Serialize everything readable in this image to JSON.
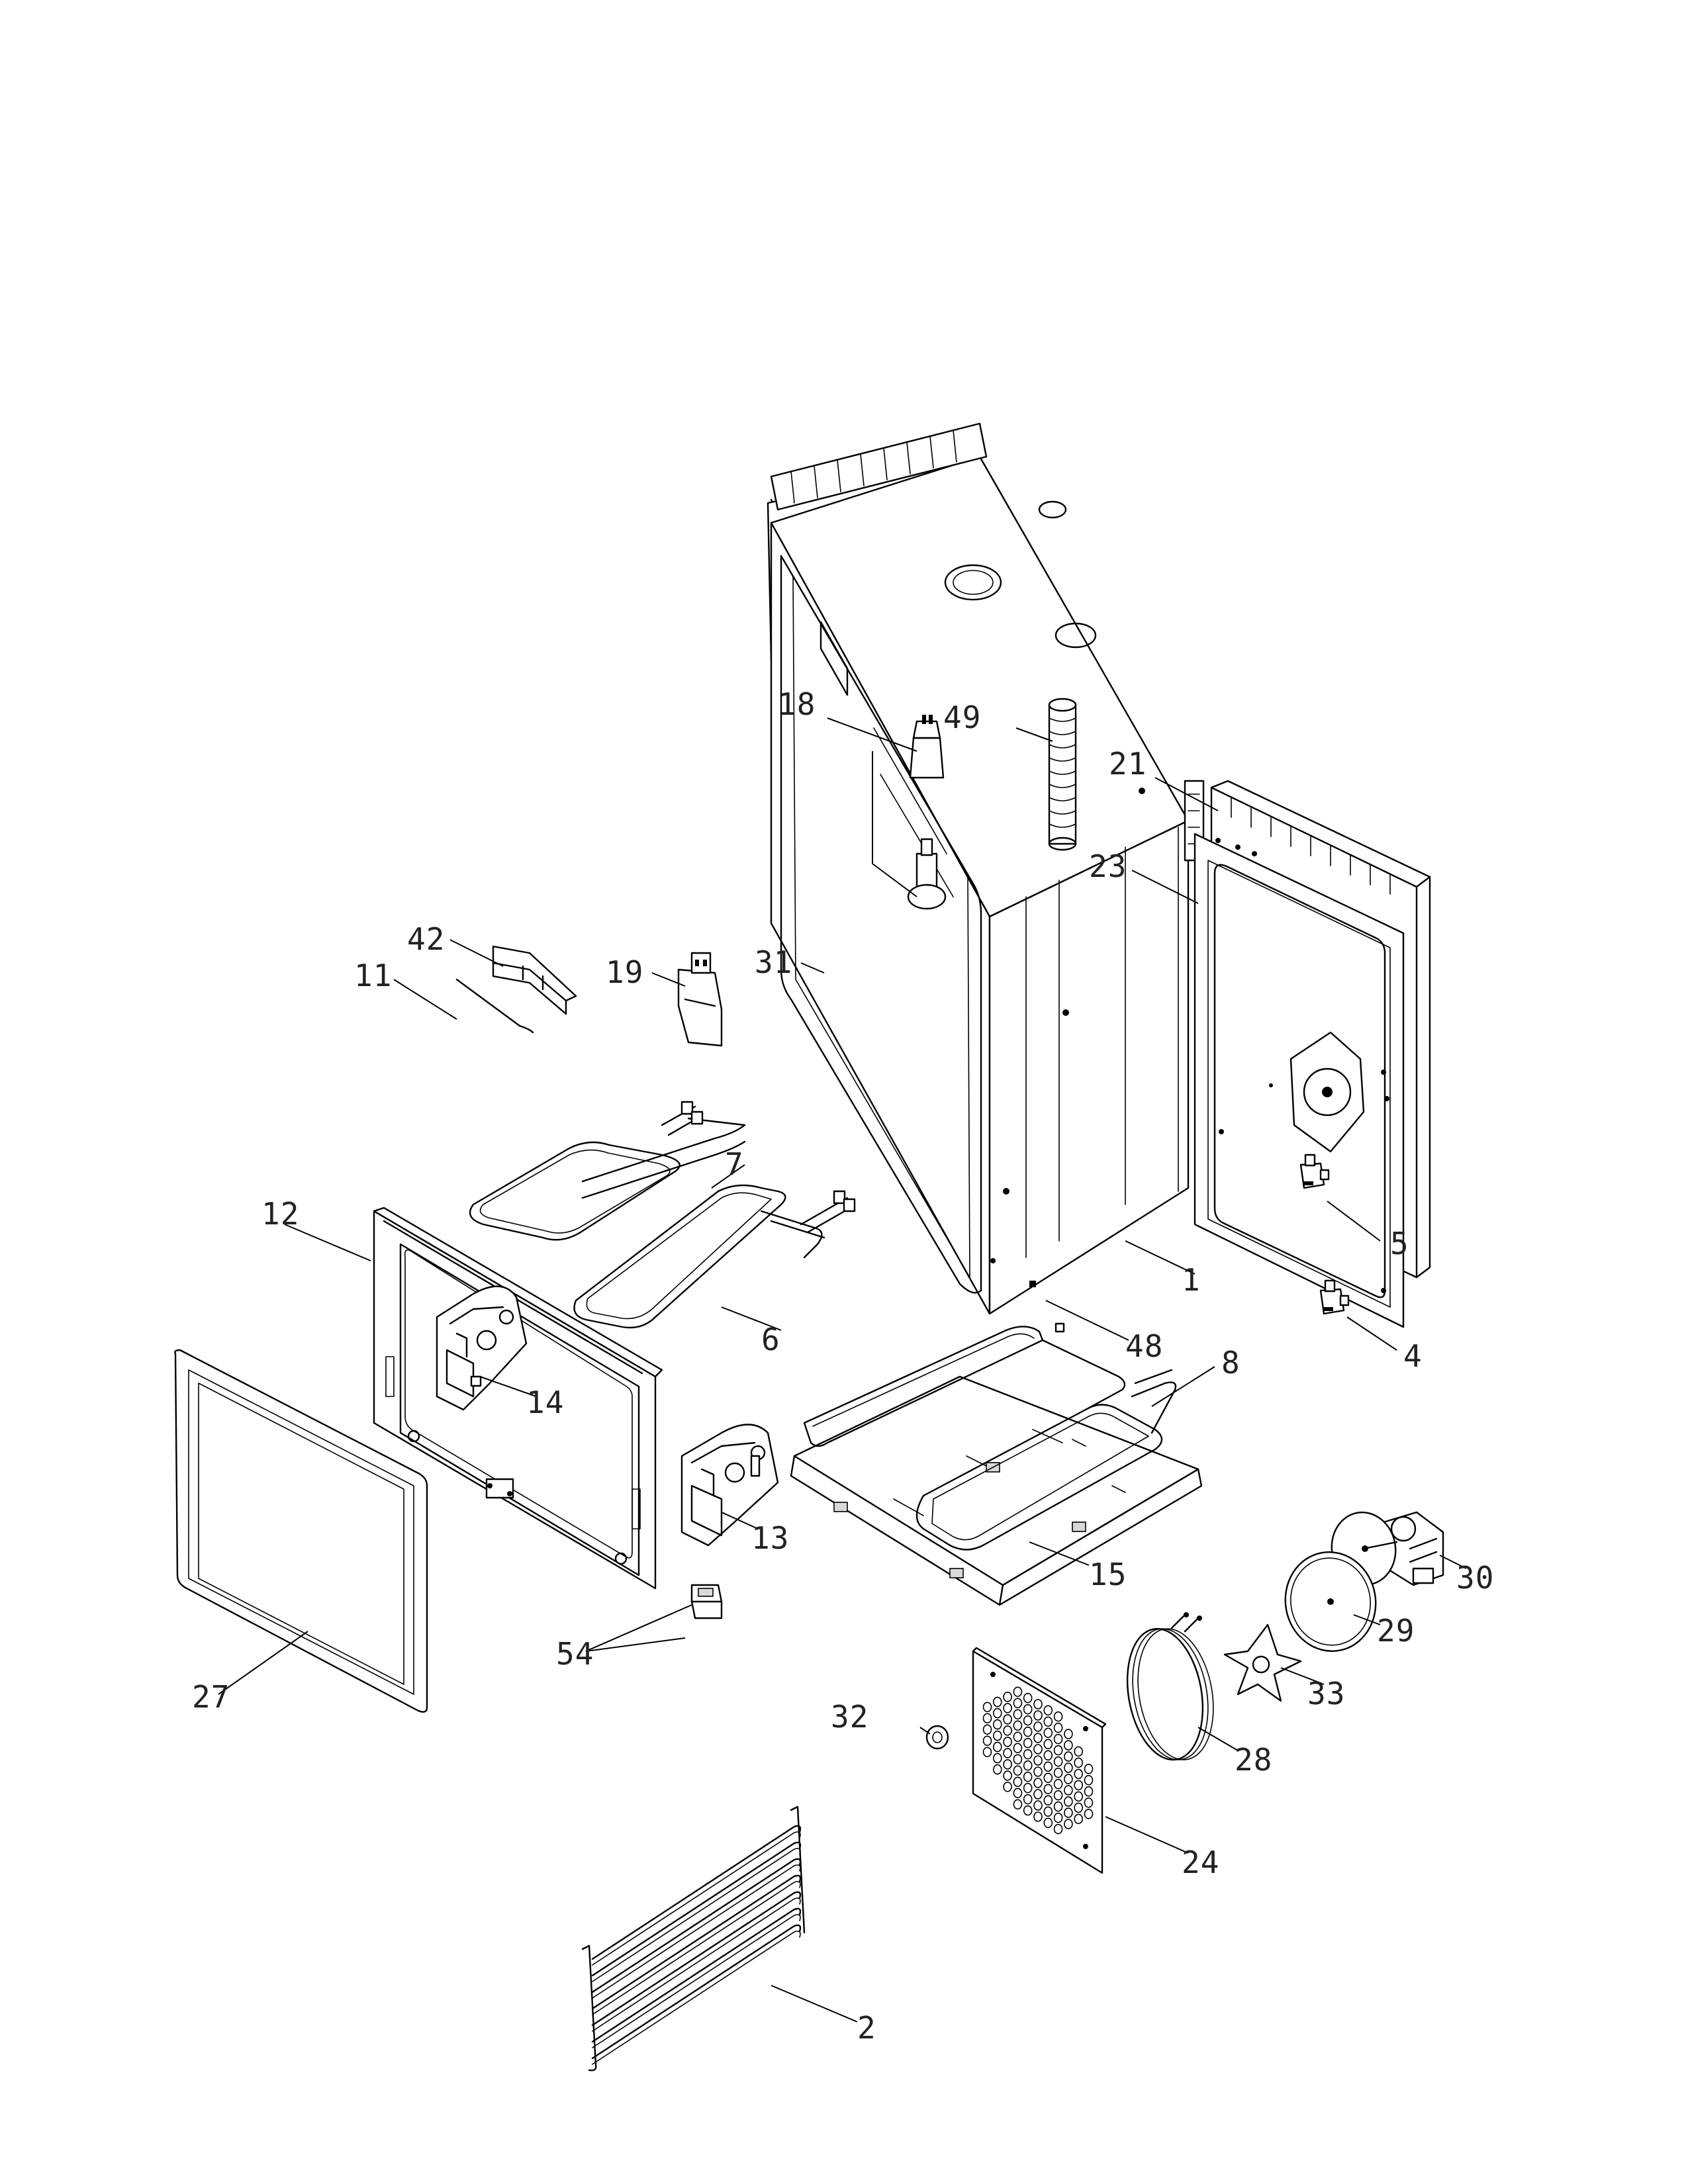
{
  "diagram": {
    "type": "exploded parts diagram",
    "callouts": {
      "p1": "1",
      "p2": "2",
      "p4": "4",
      "p5": "5",
      "p6": "6",
      "p7": "7",
      "p8": "8",
      "p11": "11",
      "p12": "12",
      "p13": "13",
      "p14": "14",
      "p15": "15",
      "p18": "18",
      "p19": "19",
      "p21": "21",
      "p23": "23",
      "p24": "24",
      "p27": "27",
      "p28": "28",
      "p29": "29",
      "p30": "30",
      "p31": "31",
      "p32": "32",
      "p33": "33",
      "p42": "42",
      "p48": "48",
      "p49": "49",
      "p54": "54"
    }
  }
}
